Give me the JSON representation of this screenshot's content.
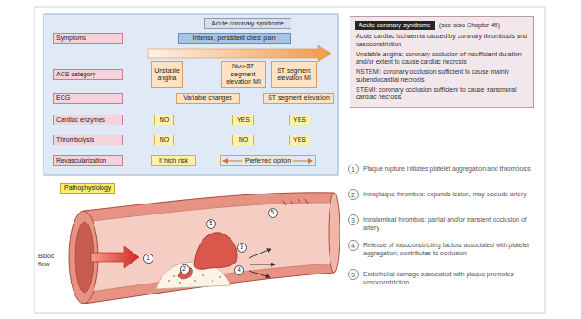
{
  "diagram": {
    "nodes": [
      {
        "text": [
          "Acute coronary syndrome"
        ]
      },
      {
        "text": [
          "Symptoms"
        ]
      },
      {
        "text": [
          "Intense, persistent chest pain"
        ]
      },
      {
        "text": [
          "ACS category"
        ]
      },
      {
        "text": [
          "Unstable angina"
        ]
      },
      {
        "text": [
          "Non-ST segment elevation MI"
        ]
      },
      {
        "text": [
          "ST segment elevation MI"
        ]
      },
      {
        "text": [
          "ECG"
        ]
      },
      {
        "text": [
          "Variable changes"
        ]
      },
      {
        "text": [
          "ST segment elevation"
        ]
      },
      {
        "text": [
          "Cardiac enzymes"
        ]
      },
      {
        "text": [
          "NO"
        ]
      },
      {
        "text": [
          "YES"
        ]
      },
      {
        "text": [
          "YES"
        ]
      },
      {
        "text": [
          "Thrombolysis"
        ]
      },
      {
        "text": [
          "NO"
        ]
      },
      {
        "text": [
          "NO"
        ]
      },
      {
        "text": [
          "YES"
        ]
      },
      {
        "text": [
          "Revascularization"
        ]
      },
      {
        "text": [
          "If high risk"
        ]
      },
      {
        "text": [
          "Preferred option"
        ]
      },
      {
        "text": [
          "Acute cardiac ischaemia caused by coronary thrombosis and vasoconstriction",
          "Unstable angina: coronary occlusion of insufficient duration and/or extent to cause cardiac necrosis",
          "NSTEMI: coronary occlusion sufficient to cause mainly subendocardial necrosis",
          "STEMI: coronary occlusion sufficient to cause transmural cardiac necrosis"
        ]
      },
      {
        "text": [
          "Acute coronary syndrome",
          "(see also Chapter 45)"
        ],
        "in": 21
      },
      {
        "text": [
          "Pathophysiology"
        ]
      },
      {
        "text": [
          "5"
        ]
      },
      {
        "text": [
          "5"
        ]
      },
      {
        "text": [
          "3"
        ]
      },
      {
        "text": [
          "1"
        ]
      },
      {
        "text": [
          "2"
        ]
      },
      {
        "text": [
          "4"
        ]
      },
      {
        "text": [
          "1"
        ]
      },
      {
        "text": [
          "2"
        ]
      },
      {
        "text": [
          "3"
        ]
      },
      {
        "text": [
          "4"
        ]
      },
      {
        "text": [
          "5"
        ]
      }
    ],
    "labels": [
      "Blood flow",
      "Plaque rupture initiates platelet aggregation and thrombosis",
      "Intraplaque thrombus: expands lesion, may occlude artery",
      "Intraluminal thrombus: partial and/or transient occlusion of artery",
      "Release of vasoconstricting factors associated with platelet aggregation, contributes to occlusion",
      "Endothelial damage associated with plaque promotes vasoconstriction"
    ]
  }
}
